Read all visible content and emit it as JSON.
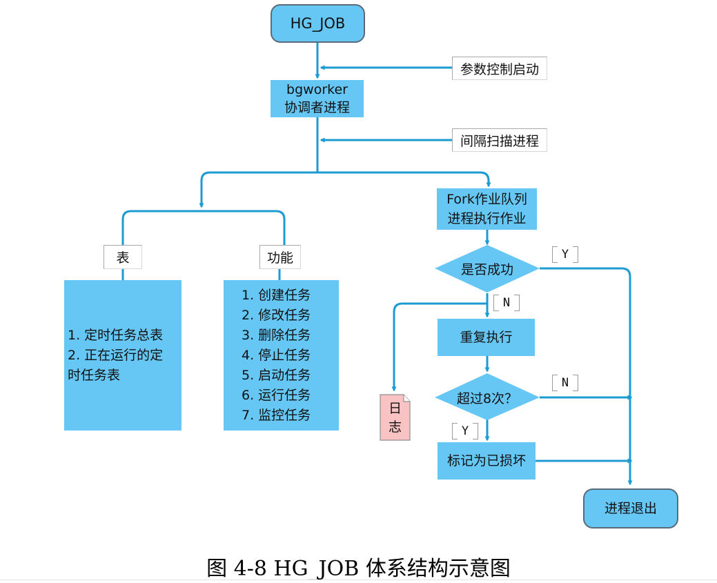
{
  "nodes": {
    "start": "HG_JOB",
    "coordinator_line1": "bgworker",
    "coordinator_line2": "协调者进程",
    "fork_line1": "Fork作业队列",
    "fork_line2": "进程执行作业",
    "retry": "重复执行",
    "mark_broken": "标记为已损坏",
    "exit": "进程退出",
    "log_line1": "日",
    "log_line2": "志"
  },
  "labels": {
    "param_start": "参数控制启动",
    "interval_scan": "间隔扫描进程",
    "table": "表",
    "function": "功能"
  },
  "decisions": {
    "success": "是否成功",
    "over_limit": "超过8次？"
  },
  "branches": {
    "success_yes": "Y",
    "success_no": "N",
    "over_no": "N",
    "over_yes": "Y"
  },
  "tables_list": [
    "1. 定时任务总表",
    "2. 正在运行的定",
    "时任务表"
  ],
  "functions_list": [
    "1. 创建任务",
    "2. 修改任务",
    "3. 删除任务",
    "4. 停止任务",
    "5. 启动任务",
    "6. 运行任务",
    "7. 监控任务"
  ],
  "caption": "图 4-8 HG_JOB 体系结构示意图",
  "colors": {
    "node_fill": "#66c7f5",
    "connector": "#1b9bd1",
    "log_fill": "#f9c3c3"
  }
}
